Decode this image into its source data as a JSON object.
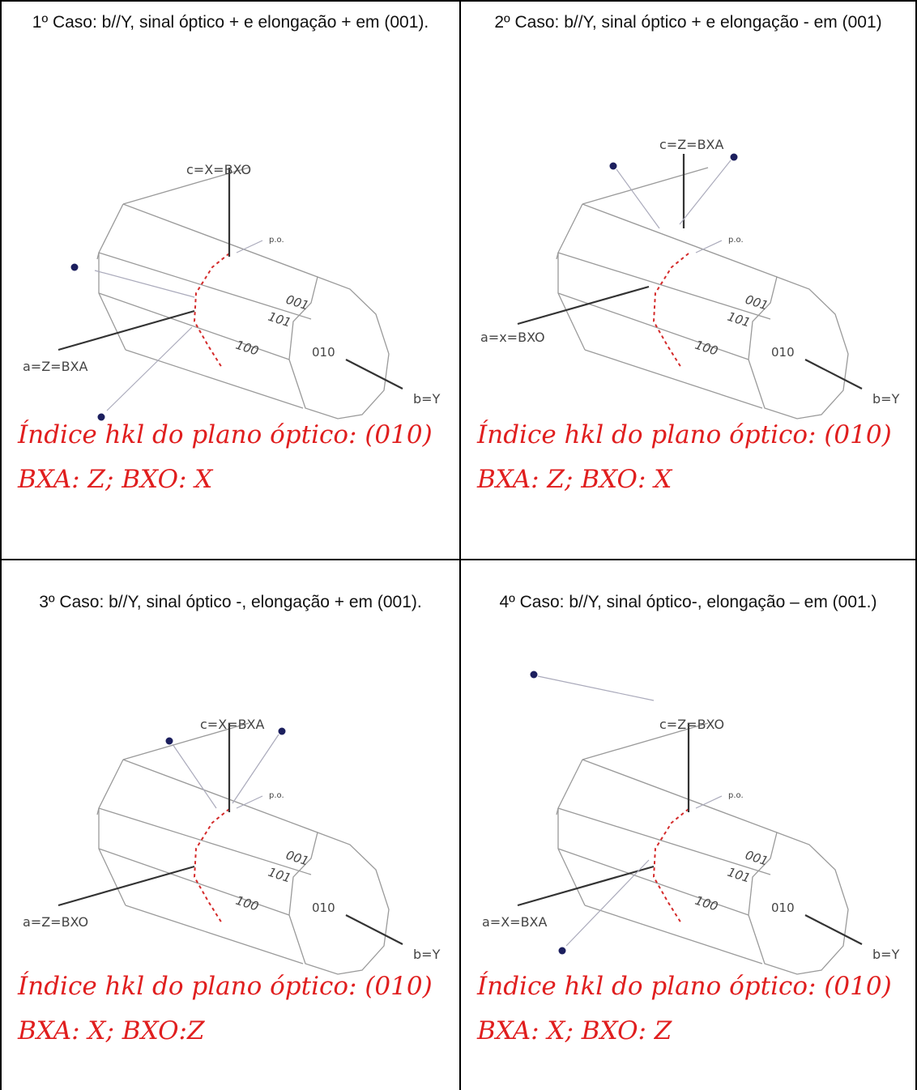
{
  "cells": [
    {
      "caption": "1º Caso: b//Y, sinal óptico + e elongação + em (001).",
      "labels": {
        "top_axis": "c=X=BXO",
        "left_axis": "a=Z=BXA",
        "right_axis": "b=Y",
        "po": "p.o.",
        "f001": "001",
        "f101": "101",
        "f100": "100",
        "f010": "010"
      },
      "answer_line1": "Índice hkl do plano óptico: (010)",
      "answer_line2": "BXA: Z; BXO: X"
    },
    {
      "caption": "2º Caso: b//Y, sinal óptico + e elongação - em (001)",
      "labels": {
        "top_axis": "c=Z=BXA",
        "left_axis": "a=x=BXO",
        "right_axis": "b=Y",
        "po": "p.o.",
        "f001": "001",
        "f101": "101",
        "f100": "100",
        "f010": "010"
      },
      "answer_line1": "Índice hkl do plano óptico: (010)",
      "answer_line2": "BXA: Z; BXO: X"
    },
    {
      "caption": "3º Caso: b//Y, sinal óptico -, elongação + em (001).",
      "labels": {
        "top_axis": "c=X=BXA",
        "left_axis": "a=Z=BXO",
        "right_axis": "b=Y",
        "po": "p.o.",
        "f001": "001",
        "f101": "101",
        "f100": "100",
        "f010": "010"
      },
      "answer_line1": "Índice hkl do plano óptico: (010)",
      "answer_line2": "BXA: X; BXO:Z"
    },
    {
      "caption": "4º Caso: b//Y, sinal óptico-, elongação – em (001.)",
      "labels": {
        "top_axis": "c=Z=BXO",
        "left_axis": "a=X=BXA",
        "right_axis": "b=Y",
        "po": "p.o.",
        "f001": "001",
        "f101": "101",
        "f100": "100",
        "f010": "010"
      },
      "answer_line1": "Índice hkl do plano óptico: (010)",
      "answer_line2": "BXA: X; BXO: Z"
    }
  ],
  "colors": {
    "answer": "#e01e1e",
    "dot": "#1c1f5e",
    "dashed": "#d42a2a",
    "crystal": "#9a9a9a"
  }
}
